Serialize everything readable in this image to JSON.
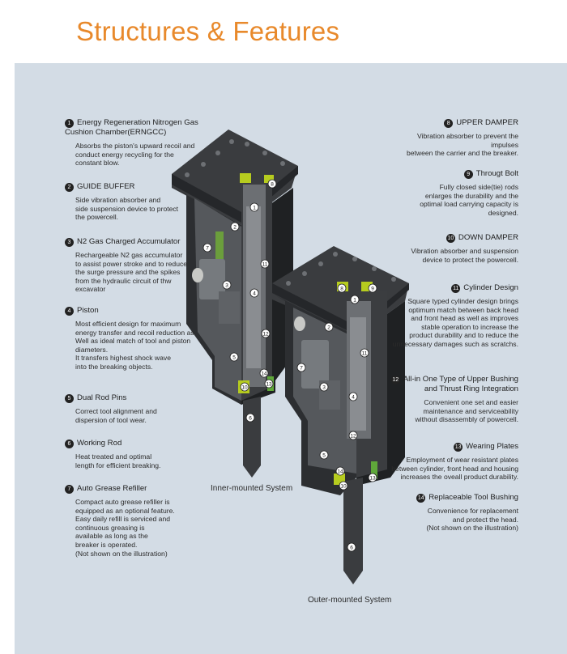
{
  "page": {
    "title": "Structures & Features",
    "captions": {
      "inner": "Inner-mounted System",
      "outer": "Outer-mounted System"
    },
    "features": [
      {
        "num": "1",
        "title": "Energy Regeneration Nitrogen Gas\nCushion Chamber(ERNGCC)",
        "desc": "Absorbs the piston's upward recoil and\nconduct energy recycling for the\nconstant blow."
      },
      {
        "num": "2",
        "title": "GUIDE BUFFER",
        "desc": "Side vibration absorber and\nside suspension device to protect\nthe powercell."
      },
      {
        "num": "3",
        "title": "N2 Gas Charged Accumulator",
        "desc": "Rechargeable N2 gas accumulator\nto assist power stroke and to reduce\nthe surge pressure and the spikes\nfrom the hydraulic circuit of thw\nexcavator"
      },
      {
        "num": "4",
        "title": "Piston",
        "desc": "Most efficient design for maximum\nenergy transfer and recoil reduction as\nWell as ideal match of tool and piston\ndiameters.\nIt transfers highest shock wave\ninto the breaking objects."
      },
      {
        "num": "5",
        "title": "Dual Rod Pins",
        "desc": "Correct tool alignment and\ndispersion of tool wear."
      },
      {
        "num": "6",
        "title": "Working Rod",
        "desc": "Heat treated and optimal\nlength for efficient breaking."
      },
      {
        "num": "7",
        "title": "Auto Grease Refiller",
        "desc": "Compact auto grease refiller is\nequipped as an optional feature.\nEasy daily refill is serviced and\ncontinuous greasing is\navailable as long as the\nbreaker is operated.\n(Not shown on the illustration)"
      },
      {
        "num": "8",
        "title": "UPPER DAMPER",
        "desc": "Vibration absorber to prevent the impulses\nbetween the carrier and the breaker."
      },
      {
        "num": "9",
        "title": "Througt Bolt",
        "desc": "Fully closed side(tie) rods\nenlarges the durability and the\noptimal load carrying capacity is\ndesigned."
      },
      {
        "num": "10",
        "title": "DOWN DAMPER",
        "desc": "Vibration absorber and suspension\ndevice to protect the powercell."
      },
      {
        "num": "11",
        "title": "Cylinder Design",
        "desc": "Square typed cylinder design brings\noptimum match between back head\nand front head as well as improves\nstable operation to increase the\nproduct durability and to reduce the\nunnecessary damages such as scratchs."
      },
      {
        "num": "12",
        "title": "All-in One Type of Upper Bushing\nand Thrust Ring Integration",
        "desc": "Convenient one set and easier\nmaintenance and serviceability\nwithout disassembly of powercell."
      },
      {
        "num": "13",
        "title": "Wearing Plates",
        "desc": "Employment of wear resistant plates\nbetween cylinder, front head and housing\nincreases the oveall product durability."
      },
      {
        "num": "14",
        "title": "Replaceable Tool Bushing",
        "desc": "Convenience for replacement\nand protect the head.\n(Not shown on the illustration)"
      }
    ],
    "markers_inner": [
      "8",
      "1",
      "2",
      "7",
      "11",
      "3",
      "4",
      "12",
      "5",
      "13",
      "14",
      "10",
      "6"
    ],
    "markers_outer": [
      "8",
      "9",
      "1",
      "2",
      "11",
      "7",
      "3",
      "4",
      "12",
      "5",
      "14",
      "10",
      "13",
      "6"
    ],
    "colors": {
      "accent": "#e8892b",
      "panel": "#d3dce5",
      "body": "#2e3033",
      "damper": "#b6cc1f"
    }
  }
}
